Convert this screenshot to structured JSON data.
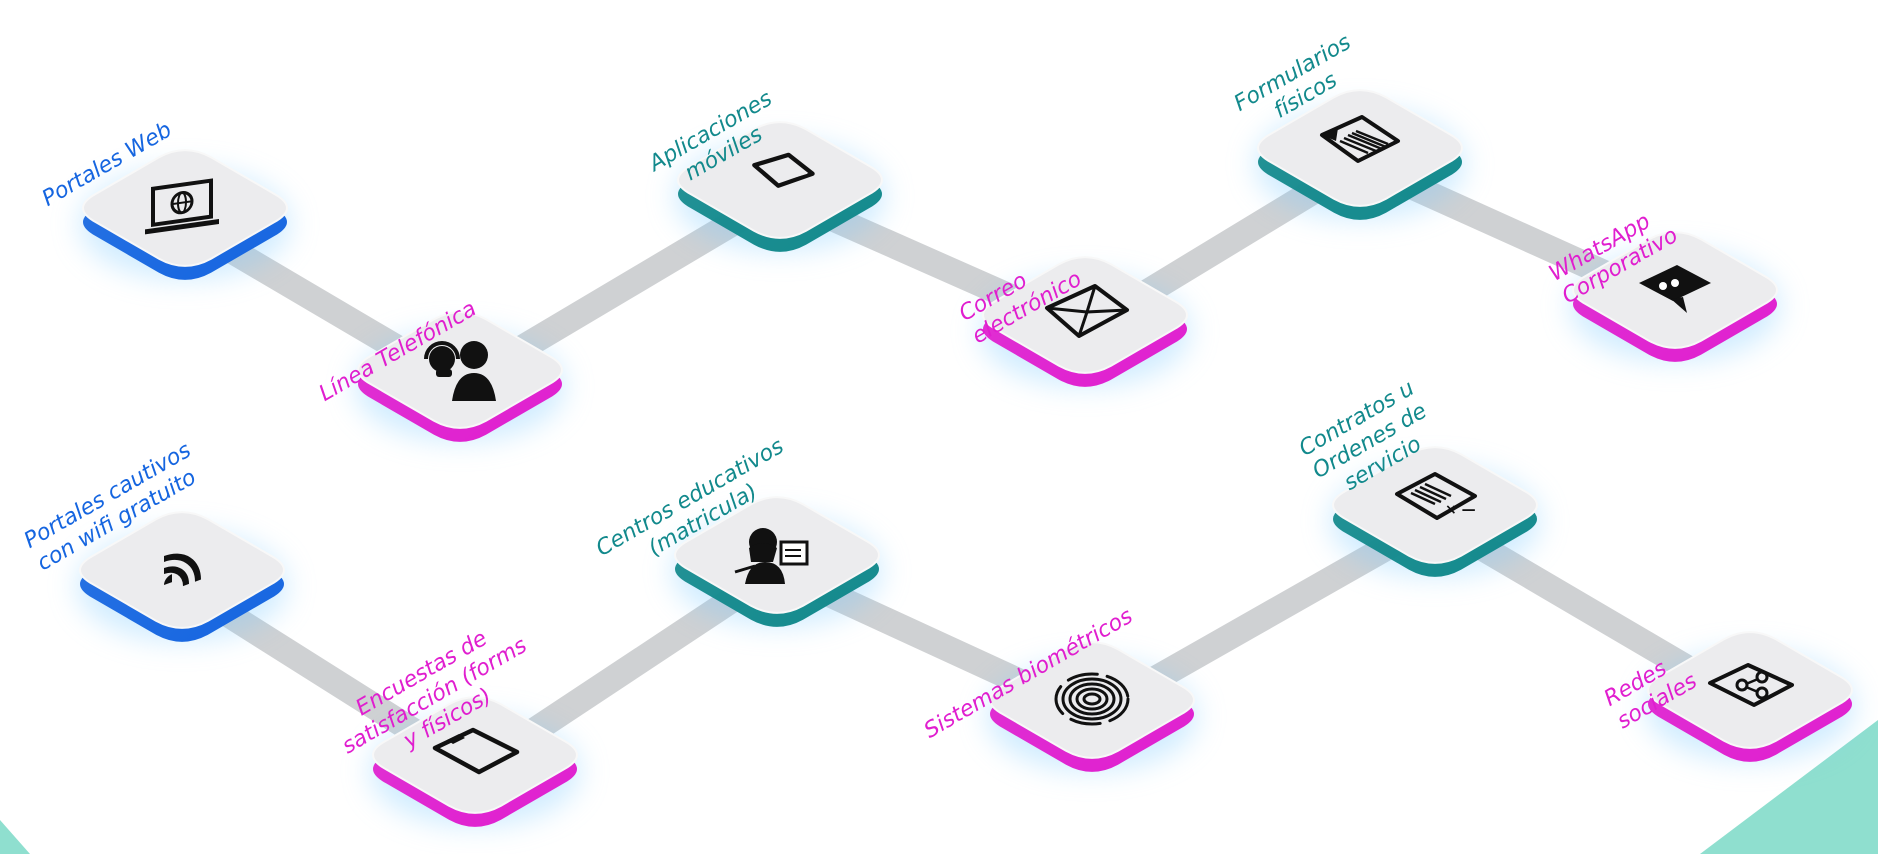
{
  "colors": {
    "blue": "#1565e0",
    "teal": "#12898c",
    "magenta": "#e01ecf",
    "connector": "#cfd1d3",
    "tile_top": "#ececee",
    "corner": "#8fdfcf"
  },
  "nodes": [
    {
      "id": "portales-web",
      "icon": "laptop-globe-icon",
      "color": "blue",
      "label": [
        "Portales Web"
      ]
    },
    {
      "id": "linea-telefonica",
      "icon": "call-center-agent-icon",
      "color": "magenta",
      "label": [
        "Línea Telefónica"
      ]
    },
    {
      "id": "aplicaciones-moviles",
      "icon": "tablet-icon",
      "color": "teal",
      "label": [
        "Aplicaciones",
        "móviles"
      ]
    },
    {
      "id": "correo-electronico",
      "icon": "envelope-icon",
      "color": "magenta",
      "label": [
        "Correo",
        "electrónico"
      ]
    },
    {
      "id": "formularios-fisicos",
      "icon": "document-form-icon",
      "color": "teal",
      "label": [
        "Formularios",
        "físicos"
      ]
    },
    {
      "id": "whatsapp-corporativo",
      "icon": "chat-bubble-icon",
      "color": "magenta",
      "label": [
        "WhatsApp",
        "Corporativo"
      ]
    },
    {
      "id": "portales-cautivos",
      "icon": "wifi-icon",
      "color": "blue",
      "label": [
        "Portales cautivos",
        "con wifi gratuito"
      ]
    },
    {
      "id": "encuestas",
      "icon": "clipboard-icon",
      "color": "magenta",
      "label": [
        "Encuestas de",
        "satisfacción (forms",
        "y físicos)"
      ]
    },
    {
      "id": "centros-educativos",
      "icon": "student-icon",
      "color": "teal",
      "label": [
        "Centros educativos",
        "(matricula)"
      ]
    },
    {
      "id": "sistemas-biometricos",
      "icon": "fingerprint-icon",
      "color": "magenta",
      "label": [
        "Sistemas biométricos"
      ]
    },
    {
      "id": "contratos",
      "icon": "contract-icon",
      "color": "teal",
      "label": [
        "Contratos u",
        "Ordenes de",
        "servicio"
      ]
    },
    {
      "id": "redes-sociales",
      "icon": "social-network-icon",
      "color": "magenta",
      "label": [
        "Redes",
        "sociales"
      ]
    }
  ]
}
